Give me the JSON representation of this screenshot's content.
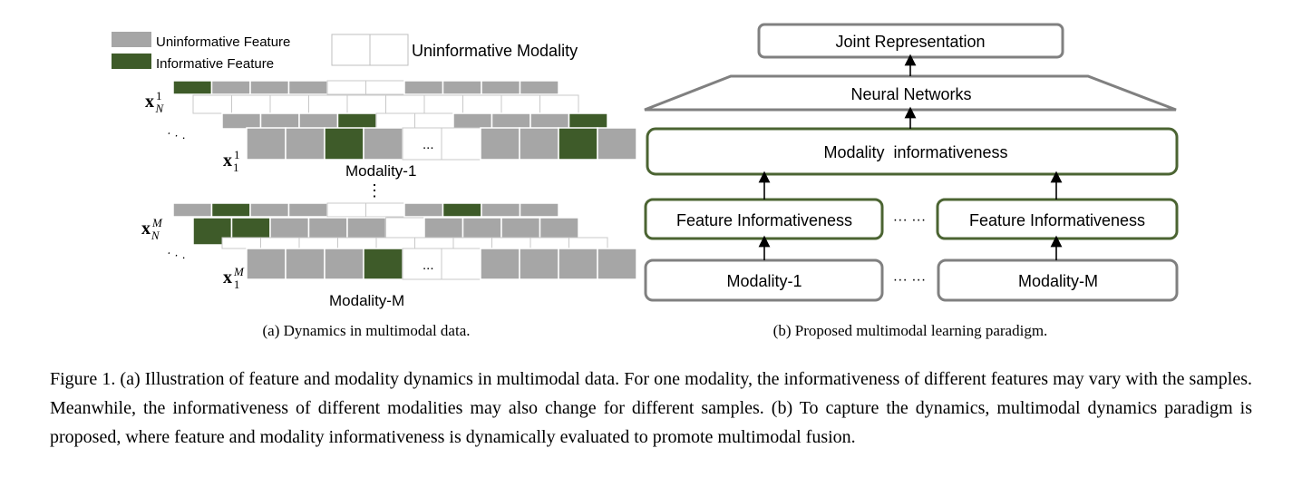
{
  "legend": {
    "uninformative_feature": "Uninformative Feature",
    "informative_feature": "Informative Feature",
    "uninformative_modality": "Uninformative Modality"
  },
  "panel_a": {
    "ellipsis": "...",
    "row_dots": "· · ·",
    "vertical_dots": "⋮",
    "modality_1_label": "Modality-1",
    "modality_m_label": "Modality-M",
    "sample_labels": {
      "x_n_1": {
        "base": "x",
        "sup": "1",
        "sub": "N"
      },
      "x_1_1": {
        "base": "x",
        "sup": "1",
        "sub": "1"
      },
      "x_n_m": {
        "base": "x",
        "sup": "M",
        "sub": "N"
      },
      "x_1_m": {
        "base": "x",
        "sup": "M",
        "sub": "1"
      }
    },
    "caption": "(a) Dynamics in multimodal data."
  },
  "panel_b": {
    "joint_representation": "Joint Representation",
    "neural_networks": "Neural Networks",
    "modality_informativeness": "Modality  informativeness",
    "feature_informativeness_left": "Feature Informativeness",
    "feature_informativeness_right": "Feature Informativeness",
    "modality_1": "Modality-1",
    "modality_m": "Modality-M",
    "dots_feature_row": "··· ···",
    "dots_modality_row": "··· ···",
    "caption": "(b) Proposed multimodal learning paradigm."
  },
  "figure_caption": "Figure 1. (a) Illustration of feature and modality dynamics in multimodal data. For one modality, the informativeness of different features may vary with the samples. Meanwhile, the informativeness of different modalities may also change for different samples. (b) To capture the dynamics, multimodal dynamics paradigm is proposed, where feature and modality informativeness is dynamically evaluated to promote multimodal fusion.",
  "colors": {
    "uninformative": "#a6a6a6",
    "informative": "#3e5b29",
    "box_gray": "#808080",
    "box_green": "#4b6432"
  }
}
